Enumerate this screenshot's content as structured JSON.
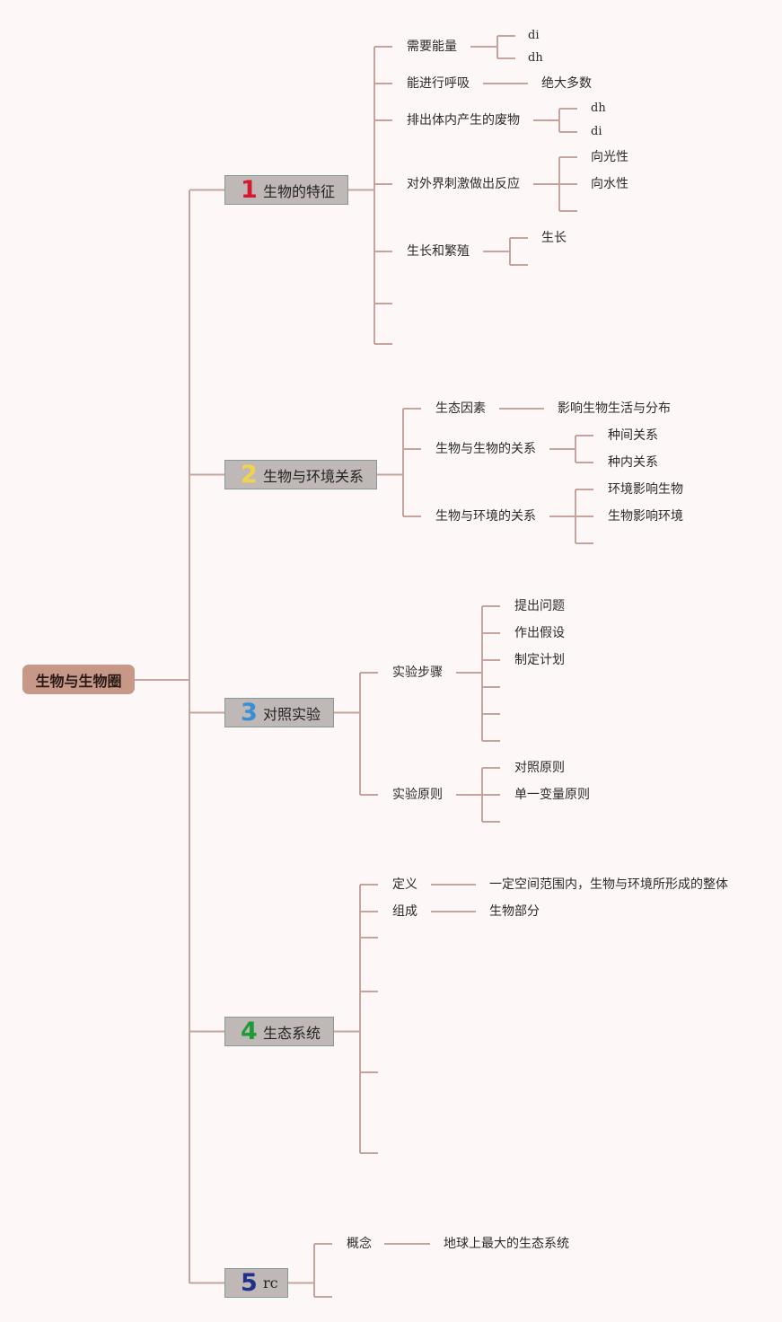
{
  "root": {
    "label": "生物与生物圈"
  },
  "sections": [
    {
      "num": "1",
      "num_color": "#d4182e",
      "label": "生物的特征",
      "children": [
        {
          "label": "需要能量",
          "children": [
            "di",
            "dh"
          ]
        },
        {
          "label": "能进行呼吸",
          "children": [
            "绝大多数"
          ]
        },
        {
          "label": "排出体内产生的废物",
          "children": [
            "dh",
            "di"
          ]
        },
        {
          "label": "对外界刺激做出反应",
          "children": [
            "向光性",
            "向水性"
          ]
        },
        {
          "label": "生长和繁殖",
          "children": [
            "生长"
          ]
        }
      ]
    },
    {
      "num": "2",
      "num_color": "#f2d44c",
      "label": "生物与环境关系",
      "children": [
        {
          "label": "生态因素",
          "children": [
            "影响生物生活与分布"
          ]
        },
        {
          "label": "生物与生物的关系",
          "children": [
            "种间关系",
            "种内关系"
          ]
        },
        {
          "label": "生物与环境的关系",
          "children": [
            "环境影响生物",
            "生物影响环境"
          ]
        }
      ]
    },
    {
      "num": "3",
      "num_color": "#3a8fd2",
      "label": "对照实验",
      "children": [
        {
          "label": "实验步骤",
          "children": [
            "提出问题",
            "作出假设",
            "制定计划"
          ]
        },
        {
          "label": "实验原则",
          "children": [
            "对照原则",
            "单一变量原则"
          ]
        }
      ]
    },
    {
      "num": "4",
      "num_color": "#1e9a3a",
      "label": "生态系统",
      "children": [
        {
          "label": "定义",
          "children": [
            "一定空间范围内，生物与环境所形成的整体"
          ]
        },
        {
          "label": "组成",
          "children": [
            "生物部分"
          ]
        }
      ]
    },
    {
      "num": "5",
      "num_color": "#1f2f8a",
      "label": "rc",
      "children": [
        {
          "label": "概念",
          "children": [
            "地球上最大的生态系统"
          ]
        }
      ]
    }
  ]
}
